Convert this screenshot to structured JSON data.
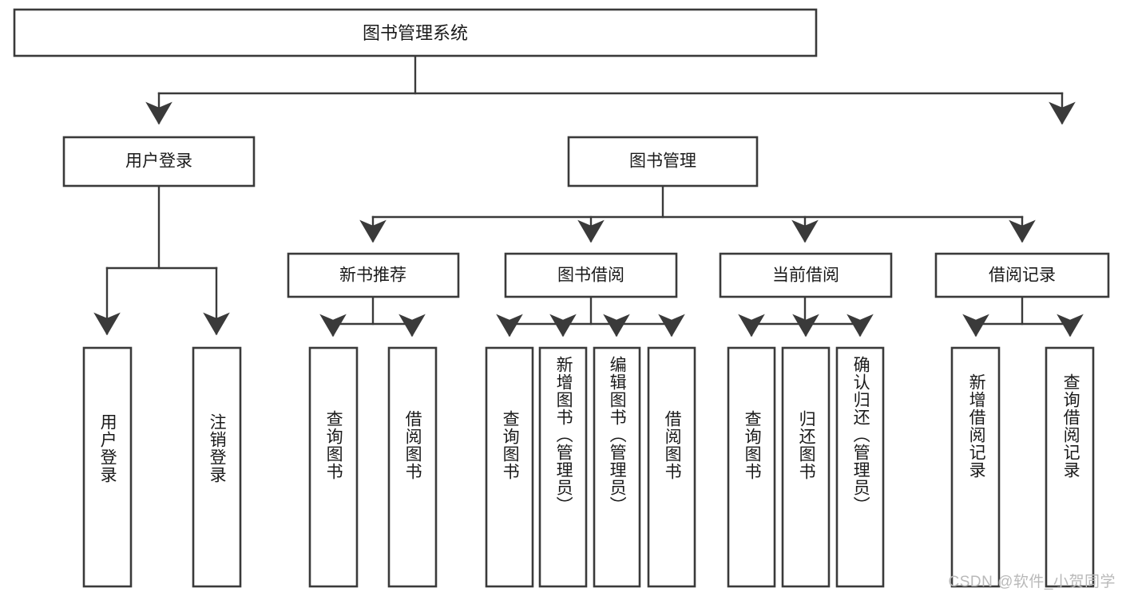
{
  "diagram": {
    "type": "tree",
    "title": "图书管理系统",
    "orientation": "top-down",
    "watermark": "CSDN @软件_小贺同学",
    "colors": {
      "box_stroke": "#3a3a3a",
      "box_fill": "#ffffff",
      "connector": "#3a3a3a",
      "text": "#1a1a1a",
      "watermark": "#b9b9b9",
      "background": "#ffffff"
    },
    "levels": {
      "root": {
        "label": "图书管理系统"
      },
      "level2": [
        {
          "id": "user-login",
          "label": "用户登录"
        },
        {
          "id": "book-manage",
          "label": "图书管理"
        }
      ],
      "level3": [
        {
          "id": "new-book-recommend",
          "label": "新书推荐",
          "parent": "book-manage"
        },
        {
          "id": "book-borrow",
          "label": "图书借阅",
          "parent": "book-manage"
        },
        {
          "id": "current-borrow",
          "label": "当前借阅",
          "parent": "book-manage"
        },
        {
          "id": "borrow-record",
          "label": "借阅记录",
          "parent": "book-manage"
        }
      ],
      "leaves": [
        {
          "id": "leaf-user-login",
          "label": "用户登录",
          "parent": "user-login"
        },
        {
          "id": "leaf-user-logout",
          "label": "注销登录",
          "parent": "user-login"
        },
        {
          "id": "leaf-nbr-query",
          "label": "查询图书",
          "parent": "new-book-recommend"
        },
        {
          "id": "leaf-nbr-borrow",
          "label": "借阅图书",
          "parent": "new-book-recommend"
        },
        {
          "id": "leaf-bb-query",
          "label": "查询图书",
          "parent": "book-borrow"
        },
        {
          "id": "leaf-bb-add",
          "label": "新增图书（管理员）",
          "parent": "book-borrow"
        },
        {
          "id": "leaf-bb-edit",
          "label": "编辑图书（管理员）",
          "parent": "book-borrow"
        },
        {
          "id": "leaf-bb-borrow",
          "label": "借阅图书",
          "parent": "book-borrow"
        },
        {
          "id": "leaf-cb-query",
          "label": "查询图书",
          "parent": "current-borrow"
        },
        {
          "id": "leaf-cb-return",
          "label": "归还图书",
          "parent": "current-borrow"
        },
        {
          "id": "leaf-cb-confirm",
          "label": "确认归还（管理员）",
          "parent": "current-borrow"
        },
        {
          "id": "leaf-br-add",
          "label": "新增借阅记录",
          "parent": "borrow-record"
        },
        {
          "id": "leaf-br-query",
          "label": "查询借阅记录",
          "parent": "borrow-record"
        }
      ]
    }
  }
}
